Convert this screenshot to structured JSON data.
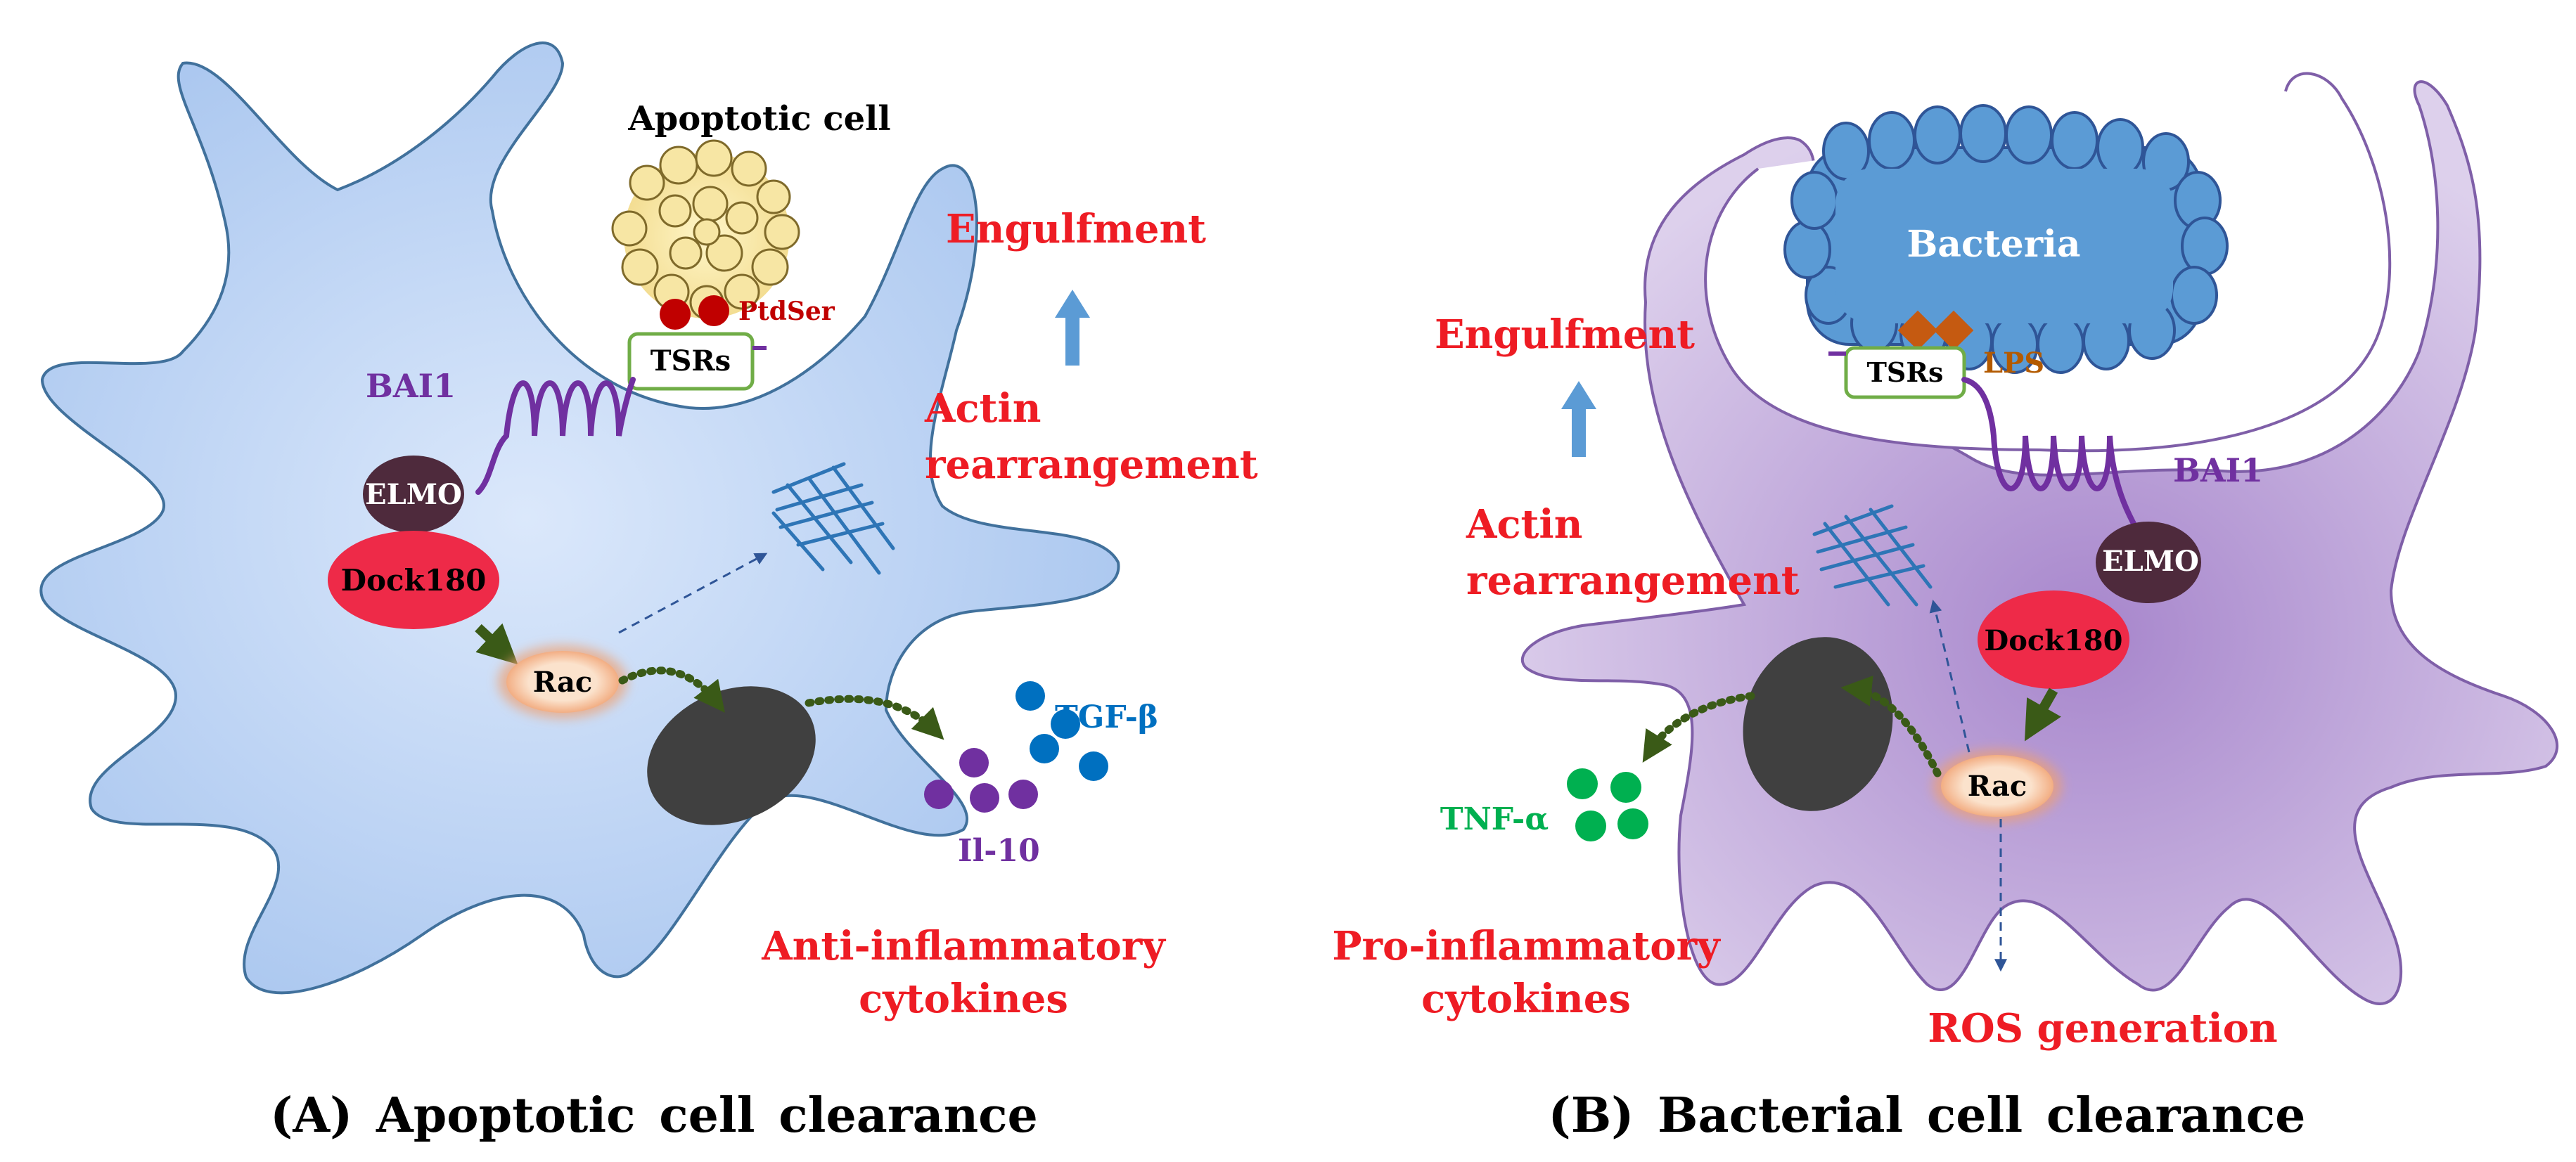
{
  "panel_a": {
    "title": "(A) Apoptotic cell clearance",
    "apoptotic_cell_label": "Apoptotic cell",
    "ptdser_label": "PtdSer",
    "tsrs_label": "TSRs",
    "bai1_label": "BAI1",
    "elmo_label": "ELMO",
    "dock180_label": "Dock180",
    "rac_label": "Rac",
    "engulfment_label": "Engulfment",
    "actin_label_line1": "Actin",
    "actin_label_line2": "rearrangement",
    "tgf_label": "TGF-β",
    "il10_label": "Il-10",
    "cytokines_line1": "Anti-inflammatory",
    "cytokines_line2": "cytokines"
  },
  "panel_b": {
    "title": "(B) Bacterial cell clearance",
    "bacteria_label": "Bacteria",
    "lps_label": "LPS",
    "tsrs_label": "TSRs",
    "bai1_label": "BAI1",
    "elmo_label": "ELMO",
    "dock180_label": "Dock180",
    "rac_label": "Rac",
    "engulfment_label": "Engulfment",
    "actin_label_line1": "Actin",
    "actin_label_line2": "rearrangement",
    "tnf_label": "TNF-α",
    "cytokines_line1": "Pro-inflammatory",
    "cytokines_line2": "cytokines",
    "ros_label": "ROS generation"
  },
  "colors": {
    "label_red": "#ee1c24",
    "bai1_purple": "#7030a0",
    "cell_a_fill": "#b9d3f4",
    "cell_b_fill": "#c6b0da",
    "bacteria_blue": "#5b9bd5",
    "arrow_green": "#3a5a17",
    "dock180_red": "#ee2a48",
    "elmo_dark": "#4e2a3c",
    "tgf_blue": "#0070c0",
    "il10_purple": "#7030a0",
    "tnf_green": "#00b050",
    "ptdser_dark_red": "#c00000",
    "lps_brown": "#b35a00"
  }
}
